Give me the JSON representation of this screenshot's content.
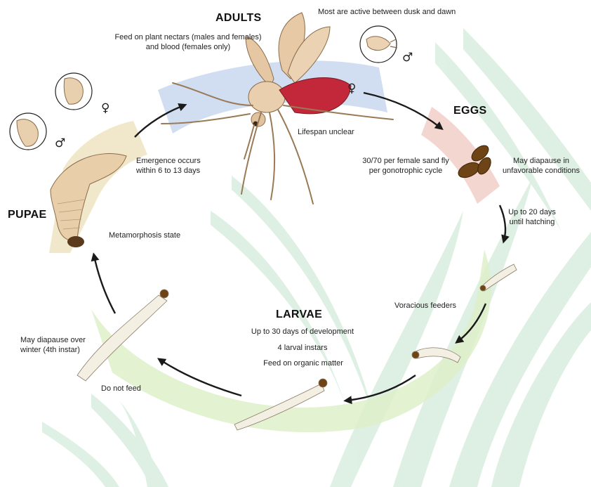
{
  "stages": {
    "adults": {
      "title": "ADULTS",
      "diet": "Feed on plant nectars (males and females)\nand blood (females only)",
      "activity": "Most are active between dusk and dawn",
      "lifespan": "Lifespan unclear",
      "female_symbol": "♀",
      "male_symbol": "♂"
    },
    "eggs": {
      "title": "EGGS",
      "count": "30/70 per female sand fly\nper gonotrophic cycle",
      "diapause": "May diapause in\nunfavorable conditions",
      "hatching": "Up to 20 days\nuntil hatching"
    },
    "larvae": {
      "title": "LARVAE",
      "development": "Up to 30 days of development",
      "instars": "4 larval instars",
      "diet": "Feed on organic matter",
      "feeding": "Voracious feeders"
    },
    "pupae": {
      "title": "PUPAE",
      "emergence": "Emergence occurs\nwithin 6 to 13 days",
      "metamorphosis": "Metamorphosis state",
      "no_feed": "Do not feed",
      "diapause": "May diapause over\nwinter (4th instar)",
      "female_symbol": "♀",
      "male_symbol": "♂"
    }
  },
  "colors": {
    "adults_band": "#c9d8ee",
    "eggs_band": "#f2cfc9",
    "larvae_band": "#dceec6",
    "pupae_band": "#efe4c4",
    "grass": "#d8eee0",
    "arrow": "#1a1a1a"
  }
}
